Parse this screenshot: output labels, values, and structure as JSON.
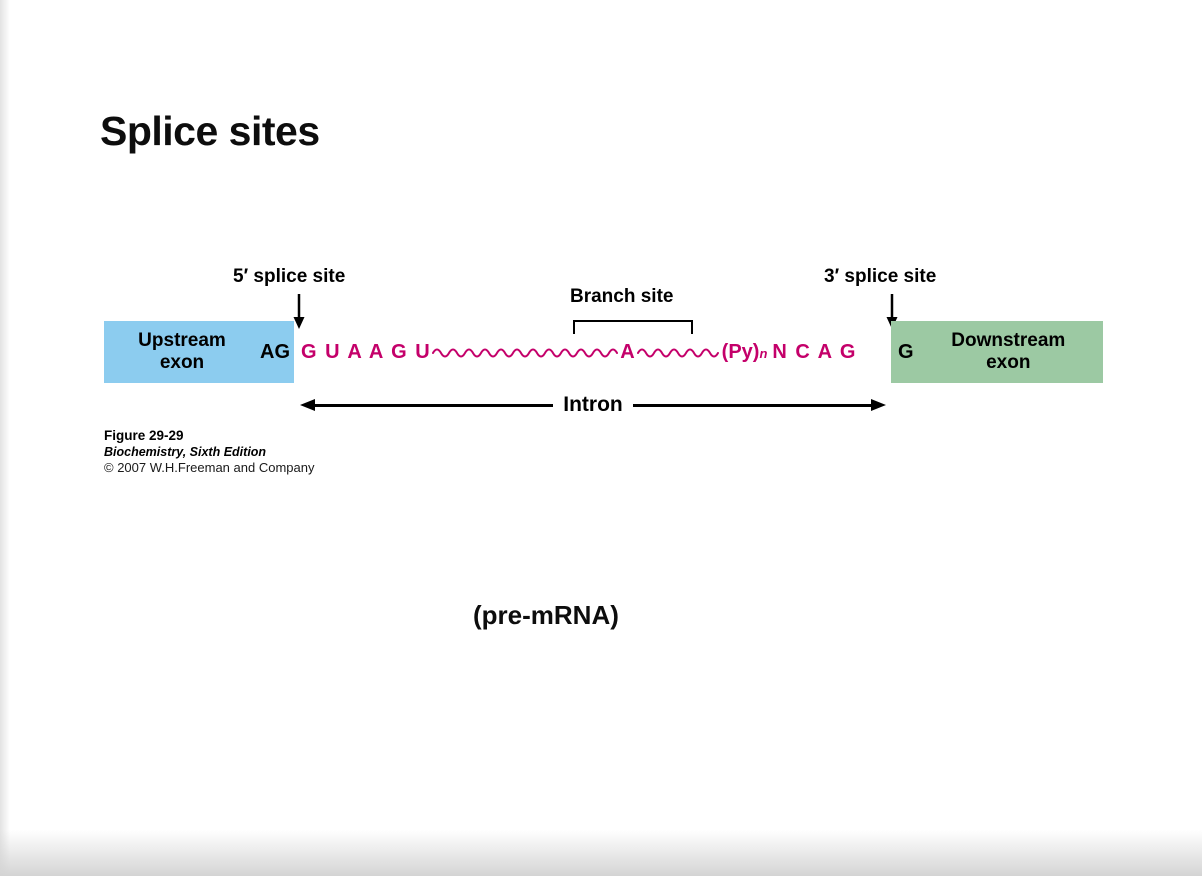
{
  "slide": {
    "title": "Splice sites",
    "pre_mrna_label": "(pre-mRNA)"
  },
  "diagram": {
    "five_prime_label": "5′ splice site",
    "branch_site_label": "Branch site",
    "three_prime_label": "3′ splice site",
    "upstream_exon_line1": "Upstream",
    "upstream_exon_line2": "exon",
    "upstream_end_seq": "AG",
    "intron_seq_start": "G U A A G U",
    "branch_point": "A",
    "py_tract": "(Py)",
    "py_sub": "n",
    "intron_seq_end": "N C A G",
    "downstream_start_seq": "G",
    "downstream_exon_line1": "Downstream",
    "downstream_exon_line2": "exon",
    "intron_label": "Intron"
  },
  "caption": {
    "figure": "Figure 29-29",
    "book": "Biochemistry, Sixth Edition",
    "copyright": "© 2007 W.H.Freeman and Company"
  },
  "colors": {
    "upstream_exon_bg": "#8cccef",
    "downstream_exon_bg": "#9cc9a3",
    "sequence_color": "#c4006a",
    "text_color": "#000000"
  }
}
